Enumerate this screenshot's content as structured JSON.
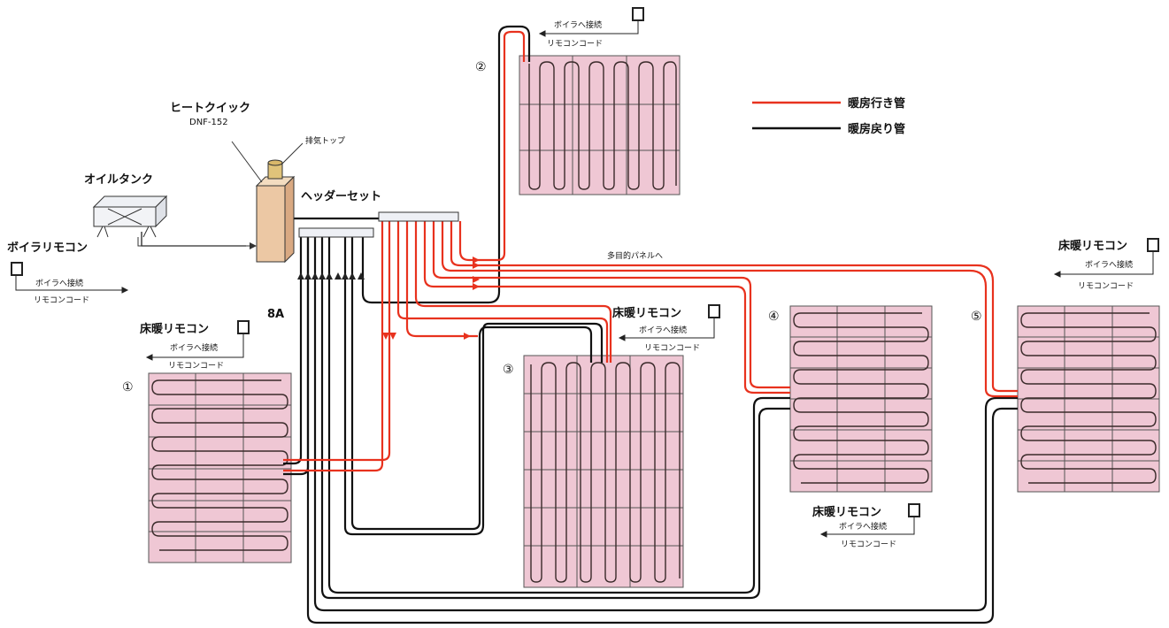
{
  "legend": {
    "supply": {
      "label": "暖房行き管",
      "color": "#e8321e"
    },
    "return": {
      "label": "暖房戻り管",
      "color": "#111111"
    }
  },
  "boiler": {
    "name": "ヒートクイック",
    "model": "DNF-152",
    "exhaust": "排気トップ"
  },
  "oil_tank": {
    "label": "オイルタンク"
  },
  "header_set": {
    "label": "ヘッダーセット",
    "size": "8A"
  },
  "boiler_remote": {
    "label": "ボイラリモコン",
    "connect": "ボイラへ接続",
    "cord": "リモコンコード"
  },
  "floor_remote": {
    "label": "床暖リモコン",
    "connect": "ボイラへ接続",
    "cord": "リモコンコード"
  },
  "multi_panel": "多目的パネルへ",
  "panels": [
    {
      "id": "1",
      "number": "①"
    },
    {
      "id": "2",
      "number": "②"
    },
    {
      "id": "3",
      "number": "③"
    },
    {
      "id": "4",
      "number": "④"
    },
    {
      "id": "5",
      "number": "⑤"
    }
  ]
}
